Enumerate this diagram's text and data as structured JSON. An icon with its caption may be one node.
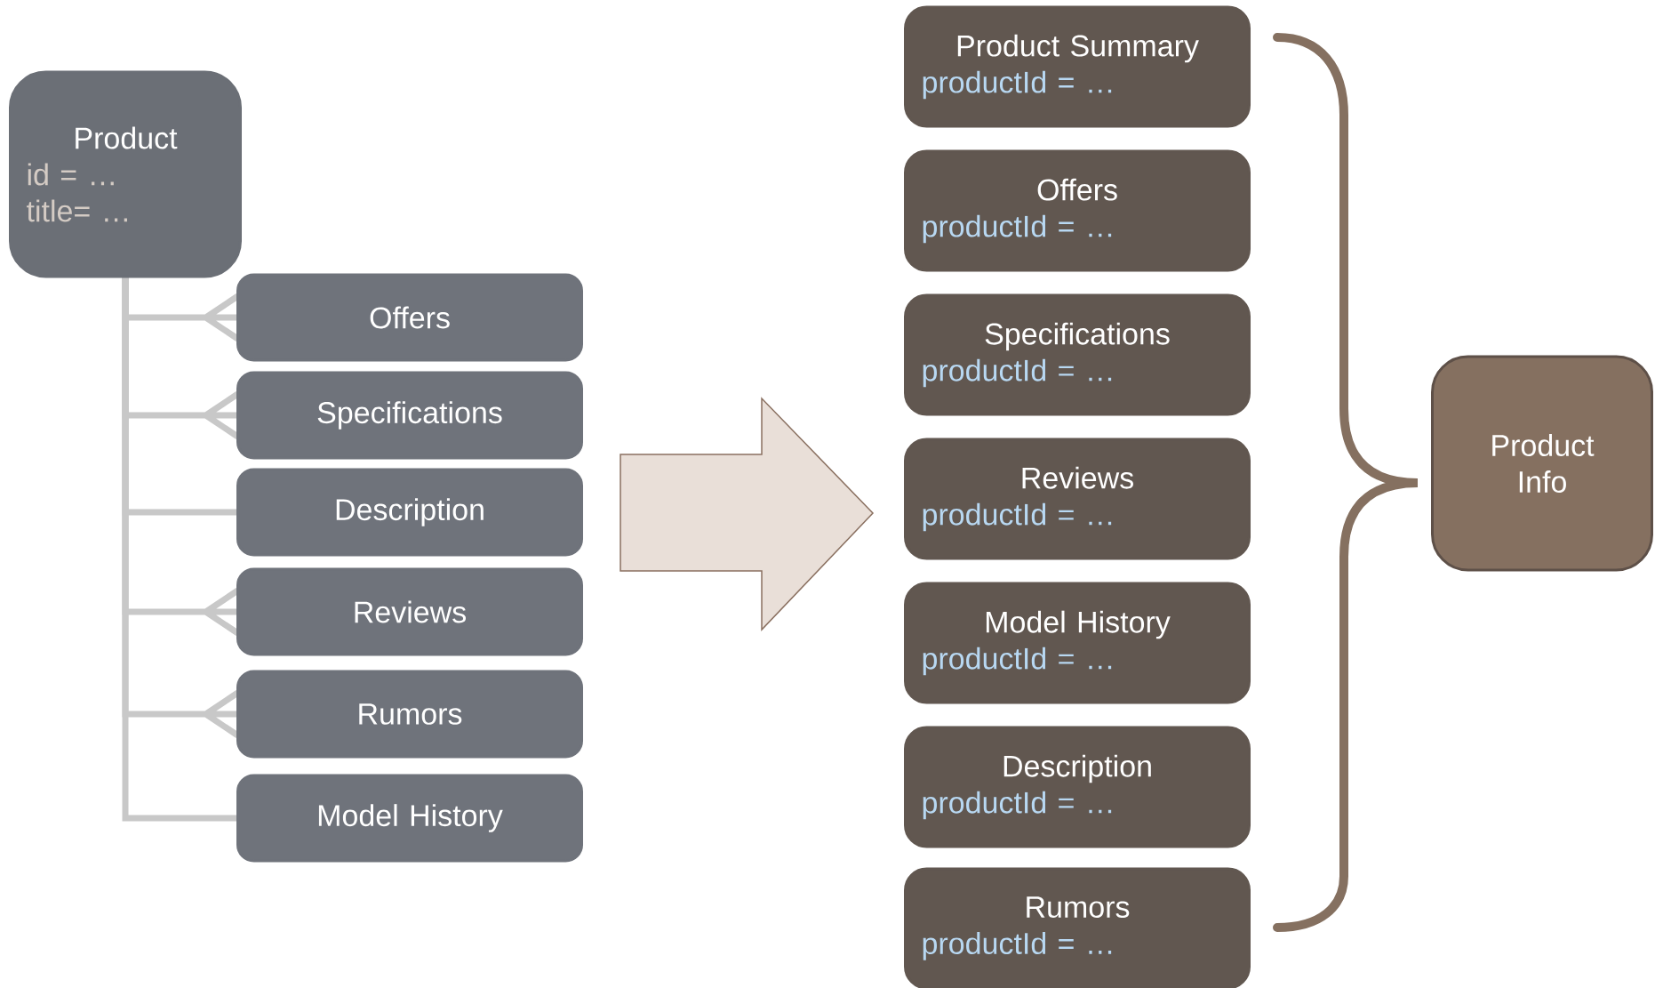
{
  "diagram": {
    "nodes": [
      {
        "text": [
          "Product",
          "id = …",
          "title= …"
        ]
      },
      {
        "text": [
          "Offers"
        ]
      },
      {
        "text": [
          "Specifications"
        ]
      },
      {
        "text": [
          "Description"
        ]
      },
      {
        "text": [
          "Reviews"
        ]
      },
      {
        "text": [
          "Rumors"
        ]
      },
      {
        "text": [
          "Model History"
        ]
      },
      {
        "text": [
          "Product Summary",
          "productId = …"
        ]
      },
      {
        "text": [
          "Offers",
          "productId = …"
        ]
      },
      {
        "text": [
          "Specifications",
          "productId = …"
        ]
      },
      {
        "text": [
          "Reviews",
          "productId = …"
        ]
      },
      {
        "text": [
          "Model History",
          "productId = …"
        ]
      },
      {
        "text": [
          "Description",
          "productId = …"
        ]
      },
      {
        "text": [
          "Rumors",
          "productId = …"
        ]
      },
      {
        "text": [
          "Product Info"
        ]
      }
    ],
    "edges": [
      {
        "from": 0,
        "to": 1,
        "arrow": "other"
      },
      {
        "from": 0,
        "to": 2,
        "arrow": "other"
      },
      {
        "from": 0,
        "to": 3,
        "arrow": "none"
      },
      {
        "from": 0,
        "to": 4,
        "arrow": "other"
      },
      {
        "from": 0,
        "to": 5,
        "arrow": "other"
      },
      {
        "from": 0,
        "to": 6,
        "arrow": "none"
      },
      {
        "from": 3,
        "to": 10,
        "arrow": "to"
      }
    ]
  }
}
